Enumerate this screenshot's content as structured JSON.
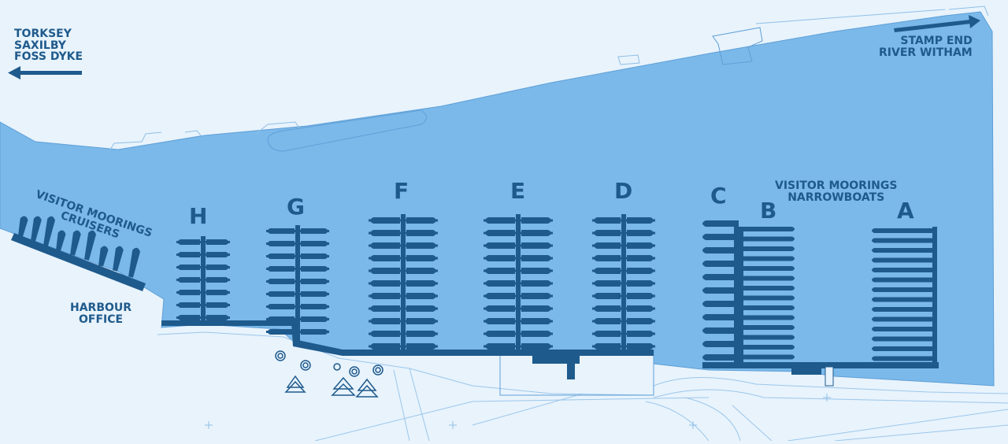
{
  "labels": {
    "west_line1": "TORKSEY",
    "west_line2": "SAXILBY",
    "west_line3": "FOSS DYKE",
    "east_line1": "STAMP END",
    "east_line2": "RIVER WITHAM",
    "visitor_cruisers_line1": "VISITOR MOORINGS",
    "visitor_cruisers_line2": "CRUISERS",
    "visitor_narrow_line1": "VISITOR MOORINGS",
    "visitor_narrow_line2": "NARROWBOATS",
    "harbour_line1": "HARBOUR",
    "harbour_line2": "OFFICE"
  },
  "piers": {
    "H": "H",
    "G": "G",
    "F": "F",
    "E": "E",
    "D": "D",
    "C": "C",
    "B": "B",
    "A": "A"
  },
  "colors": {
    "land": "#e8f3fc",
    "water": "#7ab9ea",
    "pontoon": "#1f5a8c",
    "label": "#1f5a8c",
    "outline": "#5f9fd6"
  },
  "icons": {
    "west_arrow": "arrow-left-icon",
    "east_arrow": "arrow-right-icon",
    "trees": "tree-icon"
  }
}
